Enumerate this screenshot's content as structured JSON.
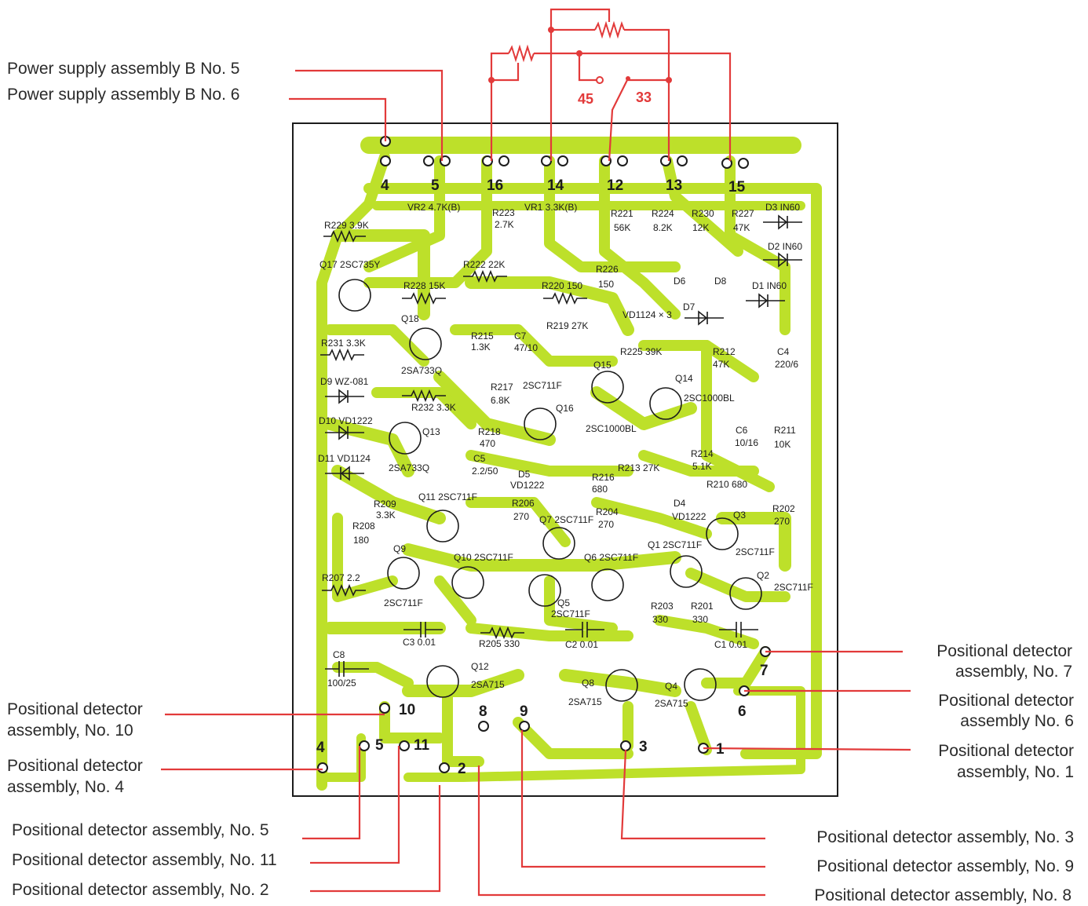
{
  "external_labels": {
    "ps_b5": "Power supply assembly B No. 5",
    "ps_b6": "Power supply assembly B No. 6",
    "pd7_line1": "Positional detector",
    "pd7_line2": "assembly, No. 7",
    "pd6_line1": "Positional detector",
    "pd6_line2": "assembly No. 6",
    "pd1_line1": "Positional detector",
    "pd1_line2": "assembly, No. 1",
    "pd10_line1": "Positional detector",
    "pd10_line2": "assembly, No. 10",
    "pd4_line1": "Positional detector",
    "pd4_line2": "assembly, No. 4",
    "pd5": "Positional detector assembly, No. 5",
    "pd11": "Positional detector assembly, No. 11",
    "pd2": "Positional detector assembly, No. 2",
    "pd3": "Positional detector assembly, No. 3",
    "pd9": "Positional detector assembly, No. 9",
    "pd8": "Positional detector assembly, No. 8"
  },
  "switch_labels": {
    "s45": "45",
    "s33": "33"
  },
  "pin_numbers": {
    "p4t": "4",
    "p5t": "5",
    "p16": "16",
    "p14": "14",
    "p12": "12",
    "p13": "13",
    "p15": "15",
    "p7": "7",
    "p6": "6",
    "p10": "10",
    "p8": "8",
    "p9": "9",
    "p3": "3",
    "p1": "1",
    "p4b": "4",
    "p5b": "5",
    "p11": "11",
    "p2": "2"
  },
  "components": {
    "vr2": "VR2 4.7K(B)",
    "r223": "R223",
    "r223v": "2.7K",
    "vr1": "VR1 3.3K(B)",
    "r221": "R221",
    "r221v": "56K",
    "r224": "R224",
    "r224v": "8.2K",
    "r230": "R230",
    "r230v": "12K",
    "r227": "R227",
    "r227v": "47K",
    "d3": "D3 IN60",
    "d2": "D2 IN60",
    "d1": "D1 IN60",
    "r229": "R229 3.9K",
    "q17": "Q17 2SC735Y",
    "r222": "R222 22K",
    "r228": "R228 15K",
    "r220": "R220 150",
    "r226": "R226",
    "r226v": "150",
    "d6": "D6",
    "d8": "D8",
    "d7": "D7",
    "vd": "VD1124 × 3",
    "q18": "Q18",
    "r215": "R215",
    "r215v": "1.3K",
    "c7": "C7",
    "c7v": "47/10",
    "r219": "R219 27K",
    "r225": "R225 39K",
    "r212": "R212",
    "r212v": "47K",
    "c4": "C4",
    "c4v": "220/6",
    "r231": "R231 3.3K",
    "q18t": "2SA733Q",
    "q15": "Q15",
    "d9": "D9 WZ-081",
    "r217": "R217",
    "r217v": "6.8K",
    "q16t": "2SC711F",
    "q16": "Q16",
    "q14": "Q14",
    "q14t": "2SC1000BL",
    "r232": "R232 3.3K",
    "q15t": "2SC1000BL",
    "d10": "D10 VD1222",
    "q13": "Q13",
    "r218": "R218",
    "r218v": "470",
    "c6": "C6",
    "c6v": "10/16",
    "r211": "R211",
    "r211v": "10K",
    "c5": "C5",
    "c5v": "2.2/50",
    "r213": "R213 27K",
    "r214": "R214",
    "r214v": "5.1K",
    "d11": "D11 VD1124",
    "q13t": "2SA733Q",
    "d5": "D5",
    "d5t": "VD1222",
    "r216": "R216",
    "r216v": "680",
    "r210": "R210 680",
    "r209": "R209",
    "r209v": "3.3K",
    "q11": "Q11 2SC711F",
    "r206": "R206",
    "r206v": "270",
    "d4": "D4",
    "d4t": "VD1222",
    "r202": "R202",
    "r202v": "270",
    "r208": "R208",
    "r208v": "180",
    "q7": "Q7 2SC711F",
    "r204": "R204",
    "r204v": "270",
    "q3": "Q3",
    "q1": "Q1 2SC711F",
    "q3t": "2SC711F",
    "q9": "Q9",
    "q10": "Q10 2SC711F",
    "q6": "Q6 2SC711F",
    "q2": "Q2",
    "q2t": "2SC711F",
    "r207": "R207 2.2",
    "q9t": "2SC711F",
    "q5": "Q5",
    "q5t": "2SC711F",
    "r203": "R203",
    "r203v": "330",
    "r201": "R201",
    "r201v": "330",
    "c3": "C3 0.01",
    "r205": "R205 330",
    "c2": "C2 0.01",
    "c1": "C1 0.01",
    "c8": "C8",
    "c8v": "100/25",
    "q12": "Q12",
    "q12t": "2SA715",
    "q8": "Q8",
    "q8t": "2SA715",
    "q4": "Q4",
    "q4t": "2SA715"
  },
  "colors": {
    "board_trace": "#bde02a",
    "wire": "#e23a3a",
    "outline": "#1c1c1c"
  }
}
